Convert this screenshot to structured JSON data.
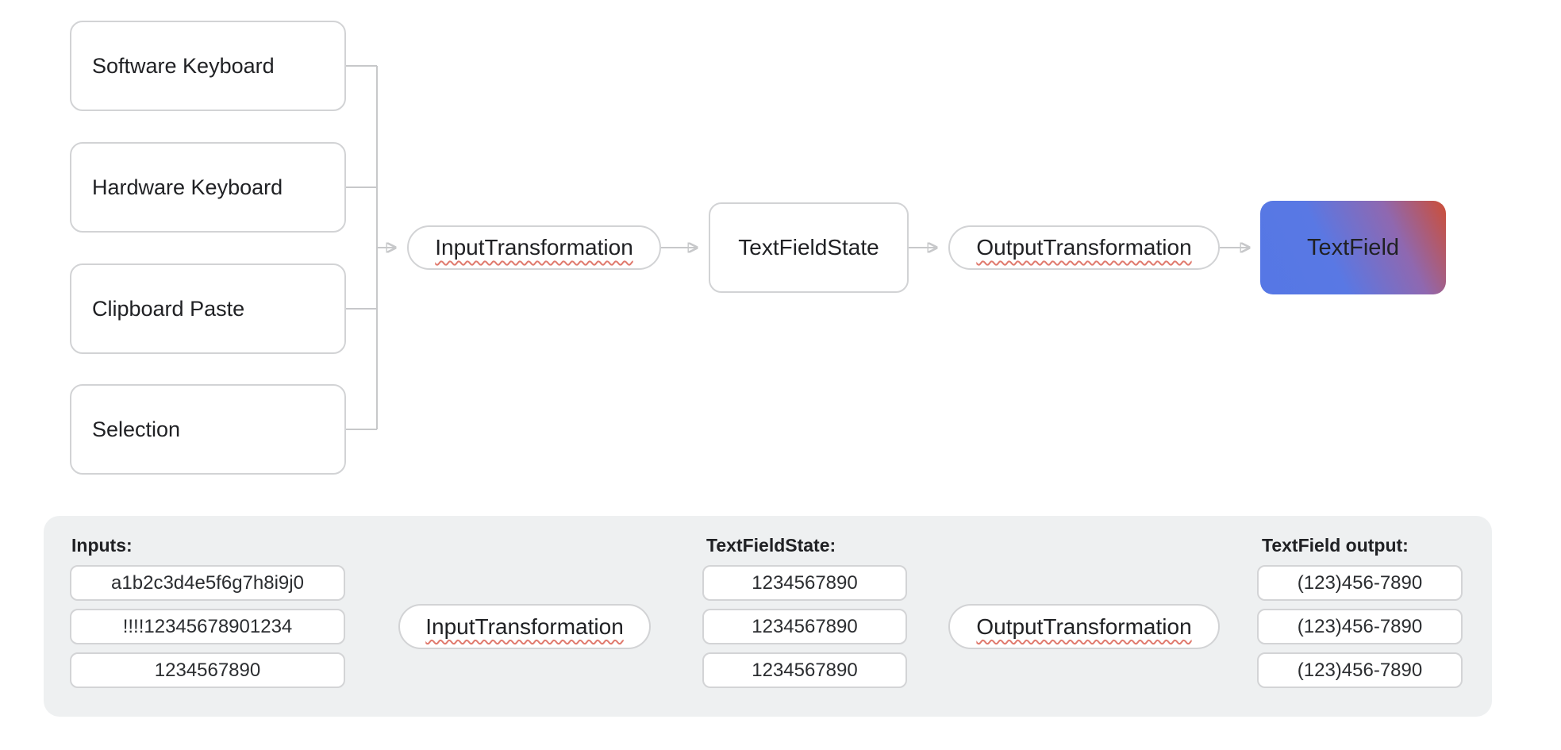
{
  "top_flow": {
    "sources": [
      {
        "label": "Software Keyboard"
      },
      {
        "label": "Hardware Keyboard"
      },
      {
        "label": "Clipboard Paste"
      },
      {
        "label": "Selection"
      }
    ],
    "input_transformation_label": "InputTransformation",
    "state_label": "TextFieldState",
    "output_transformation_label": "OutputTransformation",
    "textfield_label": "TextField"
  },
  "example_flow": {
    "inputs_caption": "Inputs:",
    "inputs": [
      "a1b2c3d4e5f6g7h8i9j0",
      "!!!!12345678901234",
      "1234567890"
    ],
    "input_transformation_label": "InputTransformation",
    "state_caption": "TextFieldState:",
    "state_values": [
      "1234567890",
      "1234567890",
      "1234567890"
    ],
    "output_transformation_label": "OutputTransformation",
    "output_caption": "TextField output:",
    "outputs": [
      "(123)456-7890",
      "(123)456-7890",
      "(123)456-7890"
    ]
  },
  "colors": {
    "wire": "#c7c8ca",
    "arrowhead": "#a9abad",
    "node_border": "#d2d3d5",
    "panel_background": "#eef0f1",
    "squiggle_underline": "#e07a6e",
    "textfield_gradient_start": "#5577e5",
    "textfield_gradient_mid": "#8f68b0",
    "textfield_gradient_end": "#c8503f",
    "text": "#202124"
  }
}
